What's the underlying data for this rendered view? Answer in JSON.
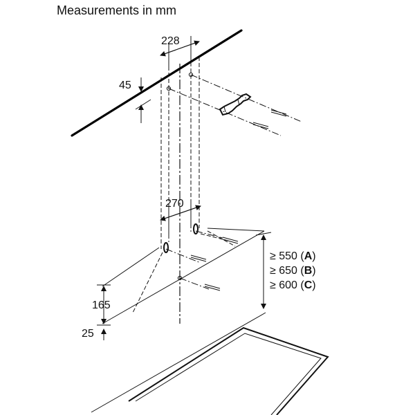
{
  "title": "Measurements in mm",
  "dimensions": {
    "upper_spacing": "228",
    "upper_offset": "45",
    "lower_spacing": "270",
    "bracket_height": "165",
    "bracket_offset": "25"
  },
  "clearance": [
    {
      "prefix": "≥ 550 (",
      "letter": "A",
      "suffix": ")"
    },
    {
      "prefix": "≥ 650 (",
      "letter": "B",
      "suffix": ")"
    },
    {
      "prefix": "≥ 600 (",
      "letter": "C",
      "suffix": ")"
    }
  ]
}
